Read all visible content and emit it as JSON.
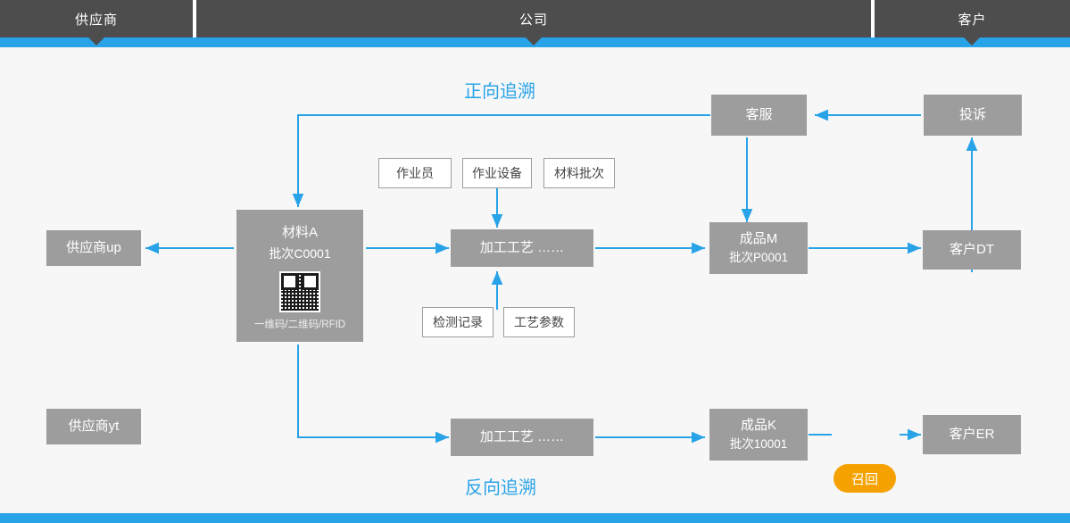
{
  "header": {
    "columns": [
      {
        "id": "supplier",
        "label": "供应商"
      },
      {
        "id": "company",
        "label": "公司"
      },
      {
        "id": "customer",
        "label": "客户"
      }
    ]
  },
  "titles": {
    "forward": "正向追溯",
    "reverse": "反向追溯"
  },
  "colors": {
    "accent_blue": "#29a3e8",
    "box_gray": "#9d9d9d",
    "header_gray": "#4d4d4d",
    "recall_orange": "#f5a200",
    "canvas_bg": "#f7f7f7"
  },
  "nodes": {
    "supplier_up": {
      "label": "供应商up"
    },
    "supplier_yt": {
      "label": "供应商yt"
    },
    "material": {
      "line1": "材料A",
      "line2": "批次C0001",
      "code_note": "一维码/二维码/RFID",
      "icon": "qr-code-icon"
    },
    "process_top": {
      "label": "加工工艺  ……"
    },
    "process_bottom": {
      "label": "加工工艺  ……"
    },
    "product_m": {
      "line1": "成品M",
      "line2": "批次P0001"
    },
    "product_k": {
      "line1": "成品K",
      "line2": "批次10001"
    },
    "customer_dt": {
      "label": "客户DT"
    },
    "customer_er": {
      "label": "客户ER"
    },
    "customer_service": {
      "label": "客服"
    },
    "complaint": {
      "label": "投诉"
    },
    "recall": {
      "label": "召回"
    },
    "operator": {
      "label": "作业员"
    },
    "equipment": {
      "label": "作业设备"
    },
    "material_batch": {
      "label": "材料批次"
    },
    "inspection_record": {
      "label": "检测记录"
    },
    "process_params": {
      "label": "工艺参数"
    }
  }
}
